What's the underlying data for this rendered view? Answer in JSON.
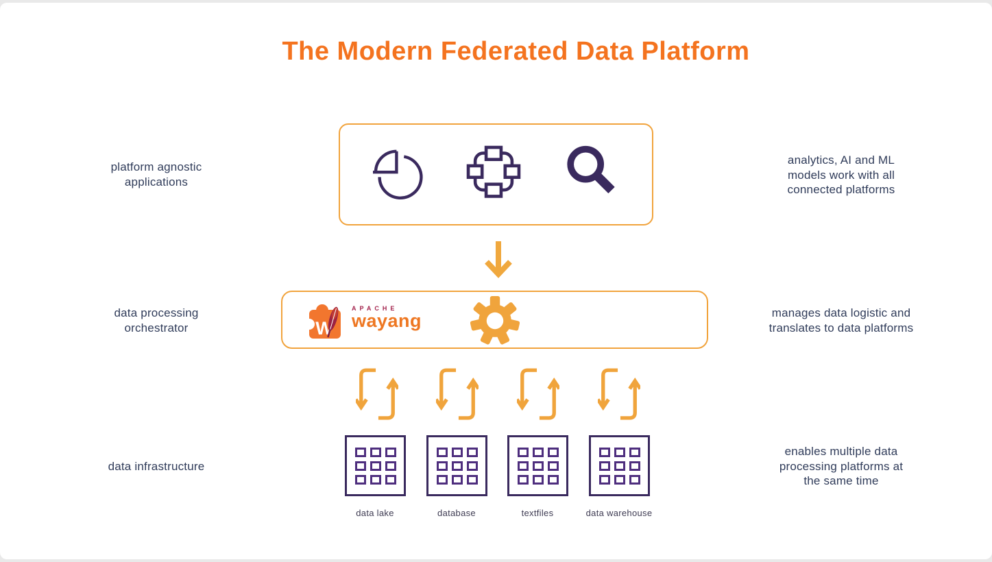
{
  "title": "The Modern Federated Data Platform",
  "colors": {
    "title_orange": "#F4731F",
    "amber": "#F0A43C",
    "box_border_amber": "#F1A33C",
    "icon_purple": "#3A2A5E",
    "grid_purple": "#4E2E7E",
    "label_text": "#2F3B59",
    "apache_maroon": "#A3244D",
    "wayang_orange": "#EE7722"
  },
  "layers": {
    "applications": {
      "left_label": "platform agnostic\napplications",
      "right_label": "analytics, AI and ML\nmodels work with all\nconnected platforms",
      "icons": [
        "pie-chart-icon",
        "cluster-icon",
        "search-icon"
      ]
    },
    "orchestrator": {
      "left_label": "data processing\norchestrator",
      "right_label": "manages data logistic and\ntranslates to data platforms",
      "logo": {
        "monogram": "W",
        "brand_top": "APACHE",
        "brand_name": "wayang"
      },
      "icons": [
        "gear-icon"
      ]
    },
    "infrastructure": {
      "left_label": "data infrastructure",
      "right_label": "enables multiple data\nprocessing platforms at\nthe same time",
      "stores": [
        {
          "label": "data lake"
        },
        {
          "label": "database"
        },
        {
          "label": "textfiles"
        },
        {
          "label": "data warehouse"
        }
      ]
    }
  },
  "connectors": {
    "down_arrow": "down-arrow-icon",
    "sync": "sync-arrows-icon",
    "sync_count": 4
  }
}
